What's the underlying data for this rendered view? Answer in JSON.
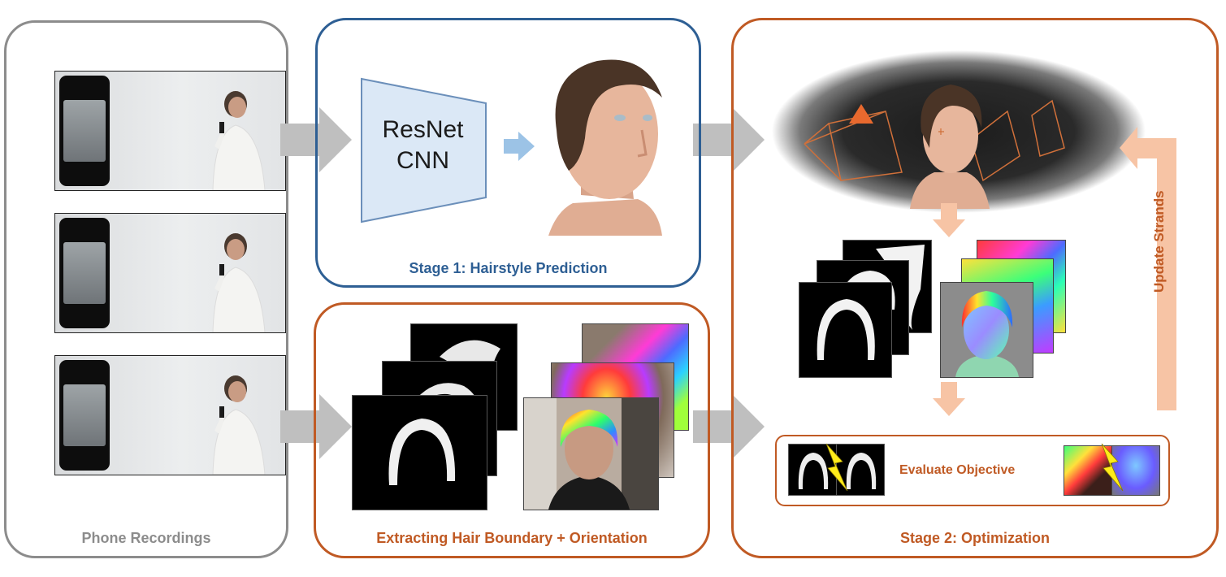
{
  "panels": {
    "phone_recordings": "Phone Recordings",
    "stage1": "Stage 1: Hairstyle Prediction",
    "extracting": "Extracting Hair Boundary + Orientation",
    "stage2": "Stage 2: Optimization"
  },
  "network": {
    "line1": "ResNet",
    "line2": "CNN"
  },
  "objective": "Evaluate Objective",
  "update": "Update Strands",
  "colors": {
    "gray_border": "#8c8c8c",
    "blue_border": "#2e5f94",
    "orange_border": "#c05a24",
    "arrow_gray": "#bfbfbf",
    "arrow_peach": "#f7c4a5",
    "net_fill": "#dbe8f6"
  }
}
